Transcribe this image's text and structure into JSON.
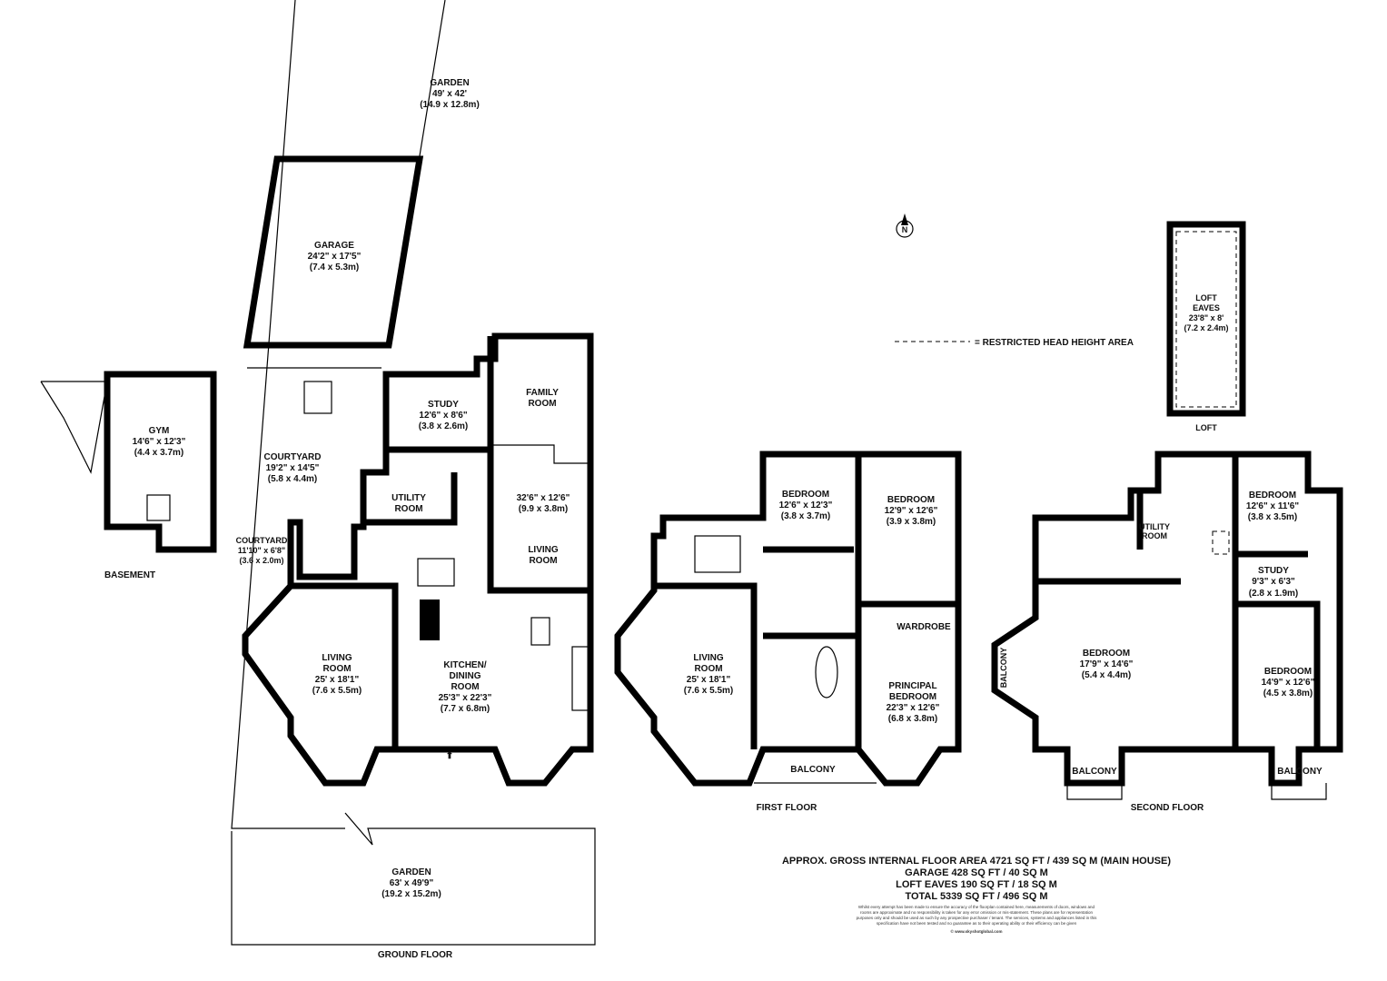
{
  "ground_floor": {
    "title": "GROUND FLOOR",
    "rooms": {
      "garden_top": [
        "GARDEN",
        "49' x 42'",
        "(14.9 x 12.8m)"
      ],
      "garage": [
        "GARAGE",
        "24'2\" x 17'5\"",
        "(7.4 x 5.3m)"
      ],
      "family_room": [
        "FAMILY",
        "ROOM"
      ],
      "study": [
        "STUDY",
        "12'6\" x 8'6\"",
        "(3.8 x 2.6m)"
      ],
      "courtyard": [
        "COURTYARD",
        "19'2\" x 14'5\"",
        "(5.8 x 4.4m)"
      ],
      "utility": [
        "UTILITY",
        "ROOM"
      ],
      "living_right": [
        "32'6\" x 12'6\"",
        "(9.9 x 3.8m)",
        "LIVING",
        "ROOM"
      ],
      "courtyard_small": [
        "COURTYARD",
        "11'10\" x 6'8\"",
        "(3.6 x 2.0m)"
      ],
      "living_left": [
        "LIVING",
        "ROOM",
        "25' x 18'1\"",
        "(7.6 x 5.5m)"
      ],
      "kitchen": [
        "KITCHEN/",
        "DINING",
        "ROOM",
        "25'3\" x 22'3\"",
        "(7.7 x 6.8m)"
      ],
      "garden_bottom": [
        "GARDEN",
        "63' x 49'9\"",
        "(19.2 x 15.2m)"
      ]
    }
  },
  "basement": {
    "title": "BASEMENT",
    "rooms": {
      "gym": [
        "GYM",
        "14'6\" x 12'3\"",
        "(4.4 x 3.7m)"
      ]
    }
  },
  "first_floor": {
    "title": "FIRST FLOOR",
    "rooms": {
      "bedroom1": [
        "BEDROOM",
        "12'6\" x 12'3\"",
        "(3.8 x 3.7m)"
      ],
      "bedroom2": [
        "BEDROOM",
        "12'9\" x 12'6\"",
        "(3.9 x 3.8m)"
      ],
      "wardrobe": [
        "WARDROBE"
      ],
      "living": [
        "LIVING",
        "ROOM",
        "25' x 18'1\"",
        "(7.6 x 5.5m)"
      ],
      "principal": [
        "PRINCIPAL",
        "BEDROOM",
        "22'3\" x 12'6\"",
        "(6.8 x 3.8m)"
      ],
      "balcony": [
        "BALCONY"
      ]
    }
  },
  "second_floor": {
    "title": "SECOND FLOOR",
    "rooms": {
      "utility": [
        "UTILITY",
        "ROOM"
      ],
      "bedroom_a": [
        "BEDROOM",
        "12'6\" x 11'6\"",
        "(3.8 x 3.5m)"
      ],
      "study": [
        "STUDY",
        "9'3\" x 6'3\"",
        "(2.8 x 1.9m)"
      ],
      "bedroom_b": [
        "BEDROOM",
        "17'9\" x 14'6\"",
        "(5.4 x 4.4m)"
      ],
      "bedroom_c": [
        "BEDROOM",
        "14'9\" x 12'6\"",
        "(4.5 x 3.8m)"
      ],
      "balcony_side": [
        "BALCONY"
      ],
      "balcony_left": [
        "BALCONY"
      ],
      "balcony_right": [
        "BALCONY"
      ]
    }
  },
  "loft": {
    "title": "LOFT",
    "rooms": {
      "eaves": [
        "LOFT",
        "EAVES",
        "23'8\" x 8'",
        "(7.2 x 2.4m)"
      ]
    }
  },
  "legend": {
    "restricted": "= RESTRICTED HEAD HEIGHT AREA",
    "compass": "N"
  },
  "areas": [
    "APPROX. GROSS INTERNAL FLOOR AREA 4721 SQ FT / 439 SQ M (MAIN HOUSE)",
    "GARAGE 428 SQ FT / 40 SQ M",
    "LOFT EAVES 190 SQ FT / 18 SQ M",
    "TOTAL 5339 SQ FT / 496 SQ M"
  ],
  "disclaimer": [
    "Whilst every attempt has been made to ensure the accuracy of the floorplan contained here, measurements of doors, windows and",
    "rooms are approximate and no responsibility is taken for any error omission or mis-statement. These plans are for representation",
    "purposes only and should be used as such by any prospective purchaser / tenant. The services, systems and appliances listed in this",
    "specification have not been tested and no guarantee as to their operating ability or their efficiency can be given"
  ],
  "copyright": "© www.skyshotglobal.com"
}
